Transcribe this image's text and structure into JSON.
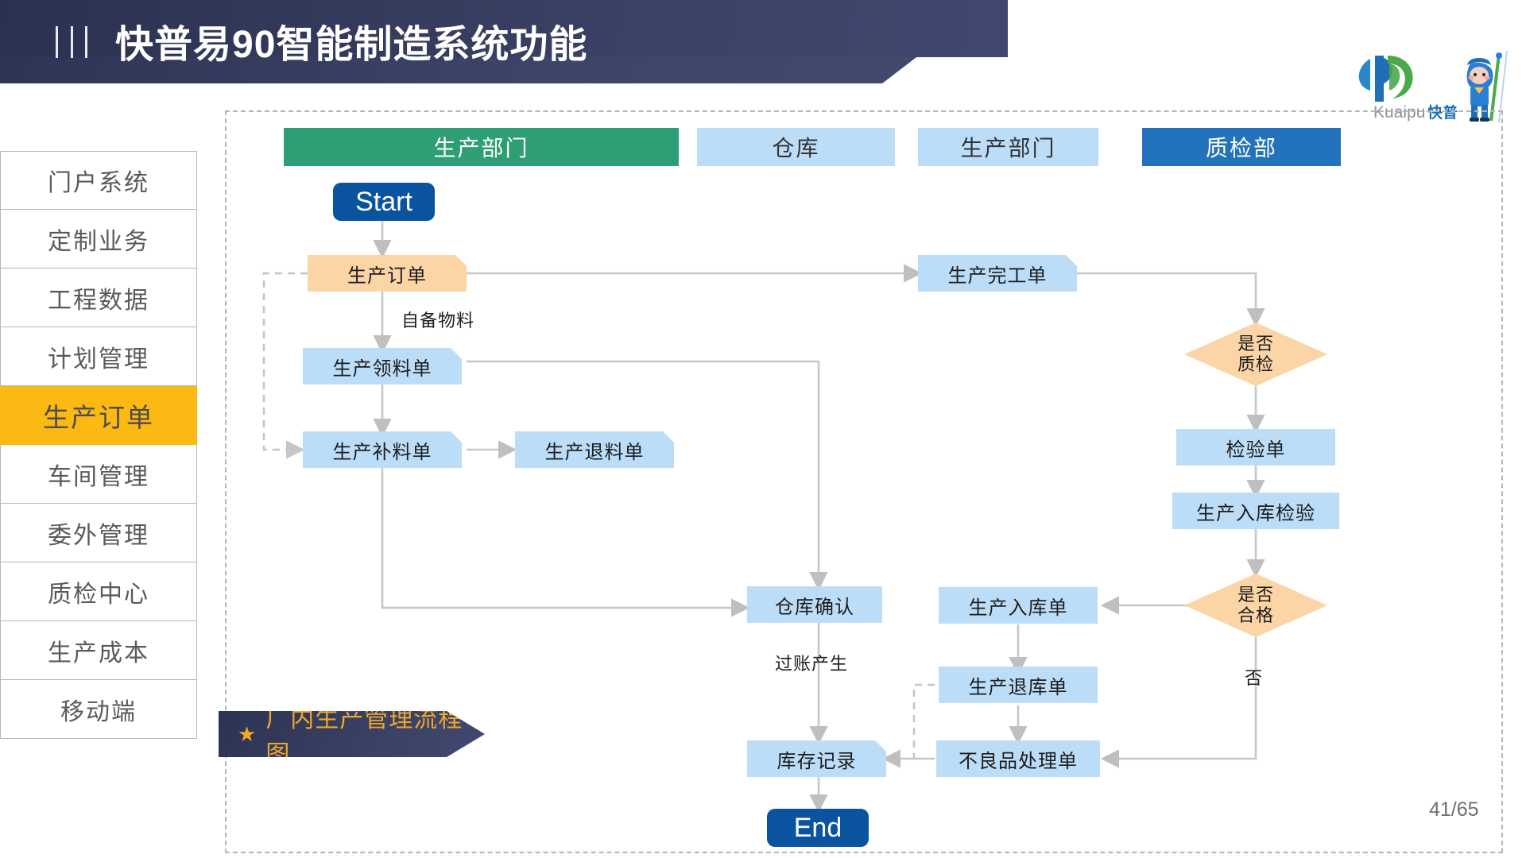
{
  "header": {
    "title": "快普易90智能制造系统功能",
    "menu_icon": "three-vertical-bars-icon"
  },
  "logo": {
    "wordmark_latin": "Kuaipu",
    "wordmark_cn": "快普",
    "mascot": "kuaipu-mascot-icon"
  },
  "sidebar": {
    "items": [
      {
        "label": "门户系统",
        "active": false
      },
      {
        "label": "定制业务",
        "active": false
      },
      {
        "label": "工程数据",
        "active": false
      },
      {
        "label": "计划管理",
        "active": false
      },
      {
        "label": "生产订单",
        "active": true
      },
      {
        "label": "车间管理",
        "active": false
      },
      {
        "label": "委外管理",
        "active": false
      },
      {
        "label": "质检中心",
        "active": false
      },
      {
        "label": "生产成本",
        "active": false
      },
      {
        "label": "移动端",
        "active": false
      }
    ]
  },
  "lanes": [
    {
      "label": "生产部门",
      "style": "green"
    },
    {
      "label": "仓库",
      "style": "lblue"
    },
    {
      "label": "生产部门",
      "style": "lblue"
    },
    {
      "label": "质检部",
      "style": "dblue"
    }
  ],
  "diagram": {
    "nodes": {
      "start": "Start",
      "prod_order": "生产订单",
      "pick_list": "生产领料单",
      "supply_list": "生产补料单",
      "return_list": "生产退料单",
      "finish_order": "生产完工单",
      "inspect_form": "检验单",
      "in_inspect": "生产入库检验",
      "wh_confirm": "仓库确认",
      "stock_record": "库存记录",
      "stock_in": "生产入库单",
      "stock_out": "生产退库单",
      "defect_form": "不良品处理单",
      "end": "End"
    },
    "decisions": {
      "need_qc": "是否\n质检",
      "need_qc_line1": "是否",
      "need_qc_line2": "质检",
      "qualified_line1": "是否",
      "qualified_line2": "合格"
    },
    "edge_labels": {
      "self_material": "自备物料",
      "posting_gen": "过账产生",
      "no": "否"
    }
  },
  "banner": {
    "star": "★",
    "label": "厂内生产管理流程图"
  },
  "footer": {
    "page": "41/65"
  },
  "colors": {
    "header_navy": "#2e3455",
    "accent_yellow": "#fcb813",
    "lane_green": "#2e9e74",
    "lane_lightblue": "#bcddf8",
    "lane_darkblue": "#2273bb",
    "node_blue": "#bcddf8",
    "node_orange": "#fbd5a5",
    "terminal_blue": "#0a539e",
    "banner_orange": "#f0a62a",
    "connector_gray": "#bfbfbf"
  }
}
